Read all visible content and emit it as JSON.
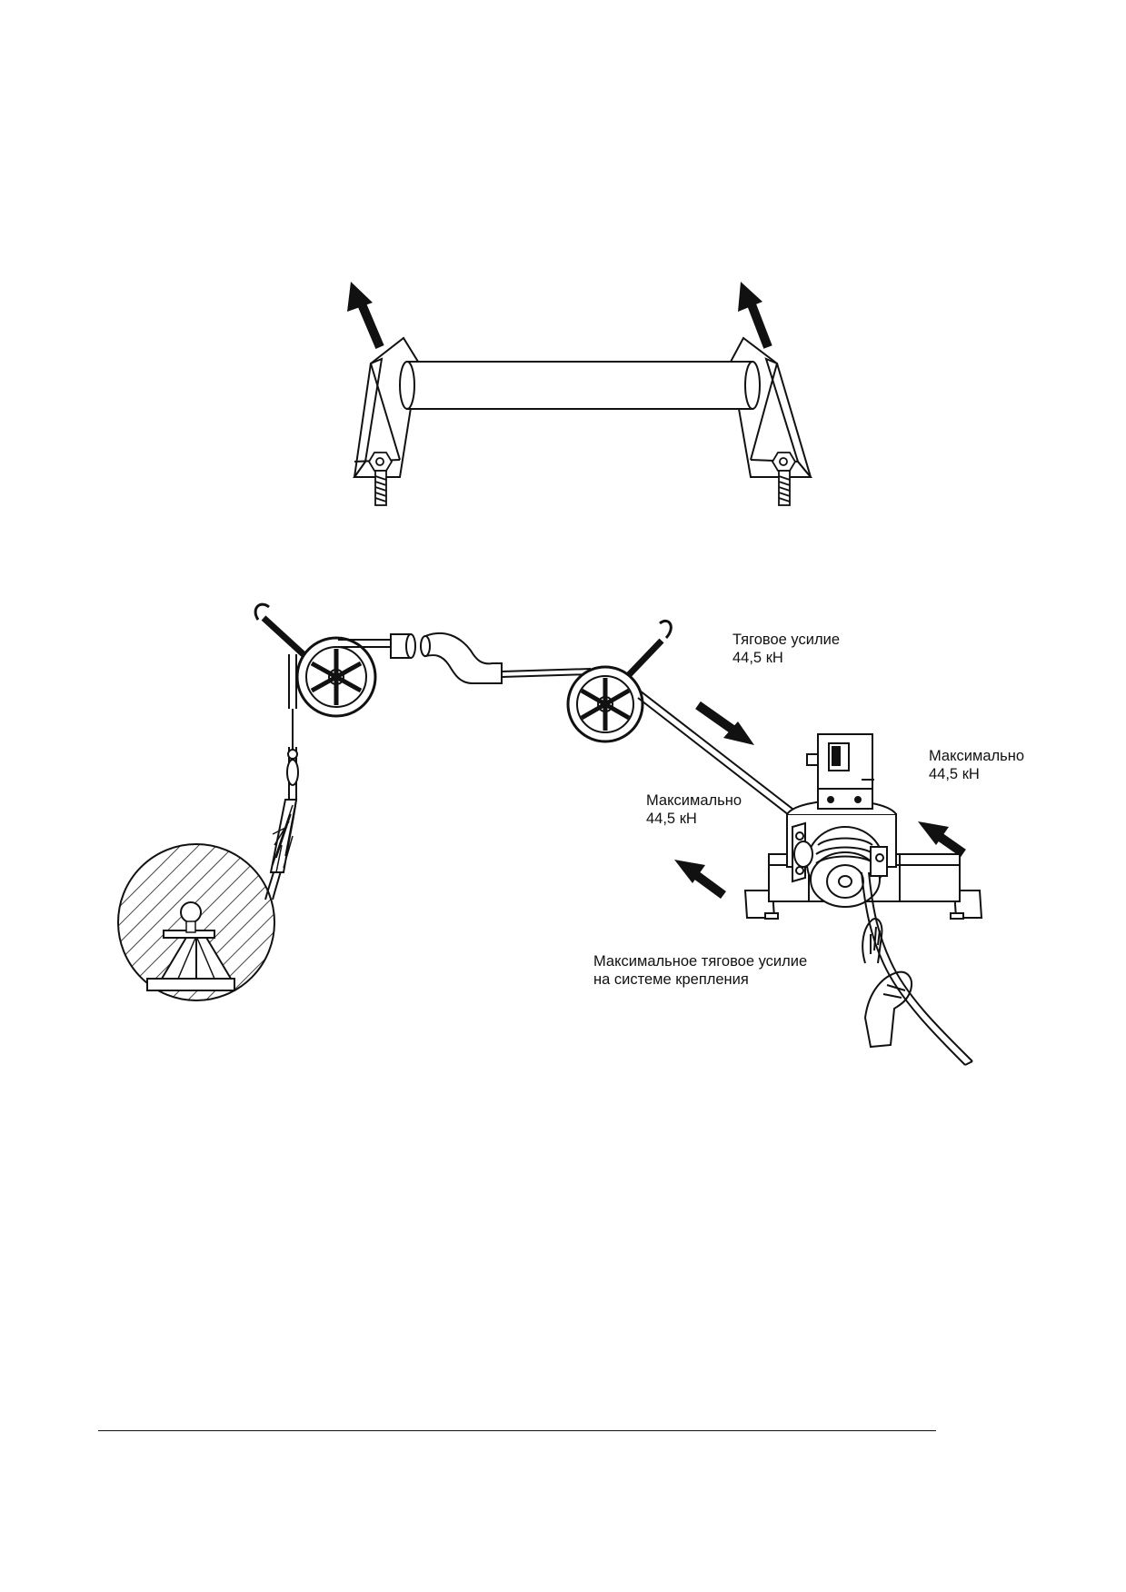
{
  "figures": {
    "top": {
      "subject": "tube-support-with-anchor-bolts",
      "arrows": 2
    },
    "bottom": {
      "subject": "cable-pulling-setup"
    }
  },
  "labels": {
    "pulling_force": {
      "line1": "Тяговое усилие",
      "line2": "44,5 кН"
    },
    "max_right": {
      "line1": "Максимально",
      "line2": "44,5 кН"
    },
    "max_left": {
      "line1": "Максимально",
      "line2": "44,5 кН"
    },
    "max_anchor": {
      "line1": "Максимальное тяговое усилие",
      "line2": "на системе крепления"
    }
  },
  "colors": {
    "ink": "#111111",
    "paper": "#ffffff",
    "hatch": "#444444"
  }
}
